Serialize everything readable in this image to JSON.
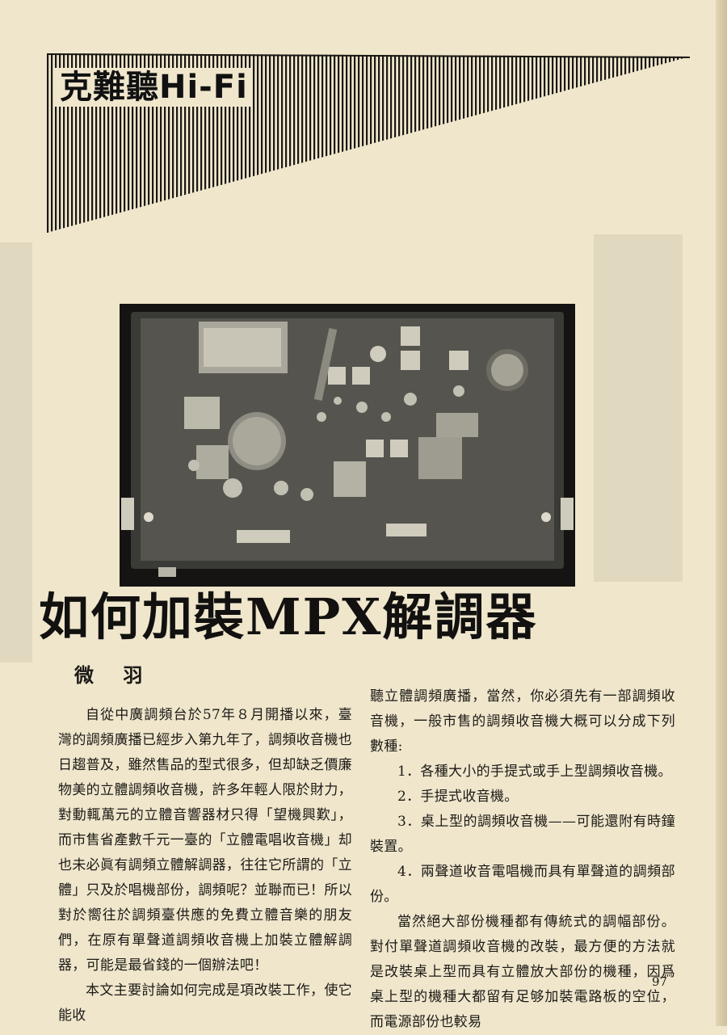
{
  "header": {
    "title": "克難聽Hi-Fi"
  },
  "photo": {
    "alt": "FM receiver chassis with circuit board"
  },
  "article": {
    "title": "如何加裝MPX解調器",
    "author": "微 羽",
    "left_paragraphs": [
      "自從中廣調頻台於57年８月開播以來，臺灣的調頻廣播已經步入第九年了，調頻收音機也日趨普及，雖然售品的型式很多，但却缺乏價廉物美的立體調頻收音機，許多年輕人限於財力，對動輒萬元的立體音響器材只得「望機興歎」，而市售省產數千元一臺的「立體電唱收音機」却也未必眞有調頻立體解調器，往往它所謂的「立體」只及於唱機部份，調頻呢？並聯而已！所以對於嚮往於調頻臺供應的免費立體音樂的朋友們，在原有單聲道調頻收音機上加裝立體解調器，可能是最省錢的一個辦法吧！",
      "本文主要討論如何完成是項改裝工作，使它能收"
    ],
    "right_intro": "聽立體調頻廣播，當然，你必須先有一部調頻收音機，一般市售的調頻收音機大概可以分成下列數種:",
    "list_items": [
      "1．各種大小的手提式或手上型調頻收音機。",
      "2．手提式收音機。",
      "3．桌上型的調頻收音機——可能還附有時鐘裝置。",
      "4．兩聲道收音電唱機而具有單聲道的調頻部份。"
    ],
    "right_para": "當然絕大部份機種都有傳統式的調幅部份。對付單聲道調頻收音機的改裝，最方便的方法就是改裝桌上型而具有立體放大部份的機種，因爲桌上型的機種大都留有足够加裝電路板的空位，而電源部份也較易"
  },
  "page_number": "97"
}
